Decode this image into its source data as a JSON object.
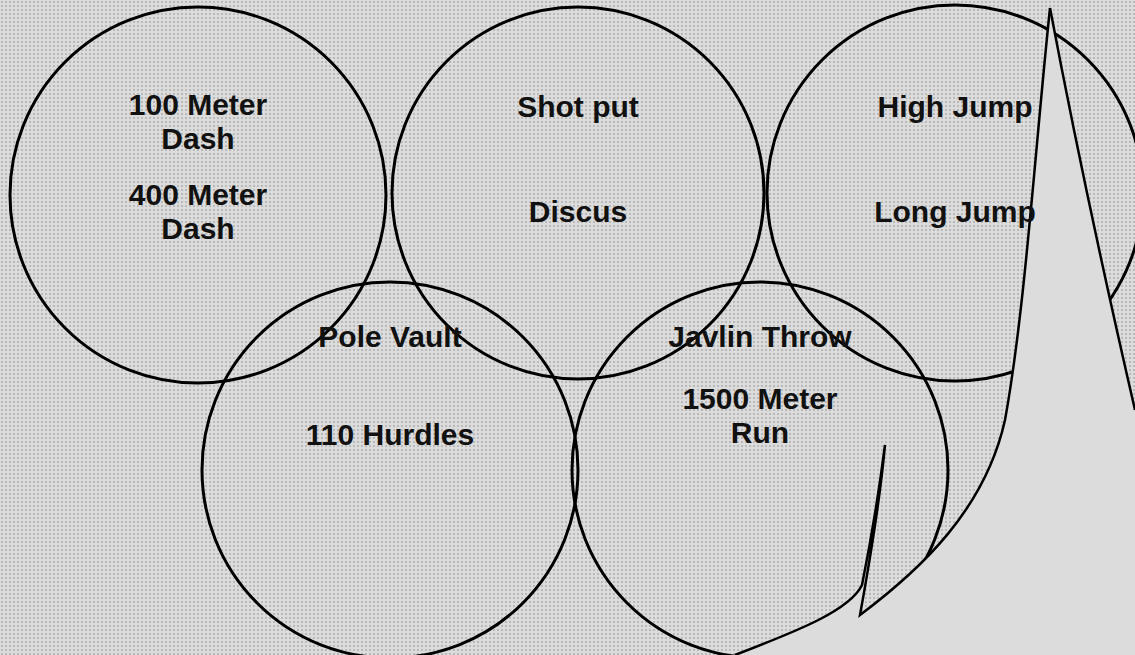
{
  "diagram": {
    "nodes": [
      {
        "text": [
          "100 Meter Dash",
          "400 Meter Dash"
        ]
      },
      {
        "text": [
          "Shot put",
          "Discus"
        ]
      },
      {
        "text": [
          "High Jump",
          "Long Jump"
        ]
      },
      {
        "text": [
          "Pole Vault",
          "110 Hurdles"
        ]
      },
      {
        "text": [
          "Javlin Throw",
          "1500 Meter Run"
        ]
      }
    ]
  }
}
